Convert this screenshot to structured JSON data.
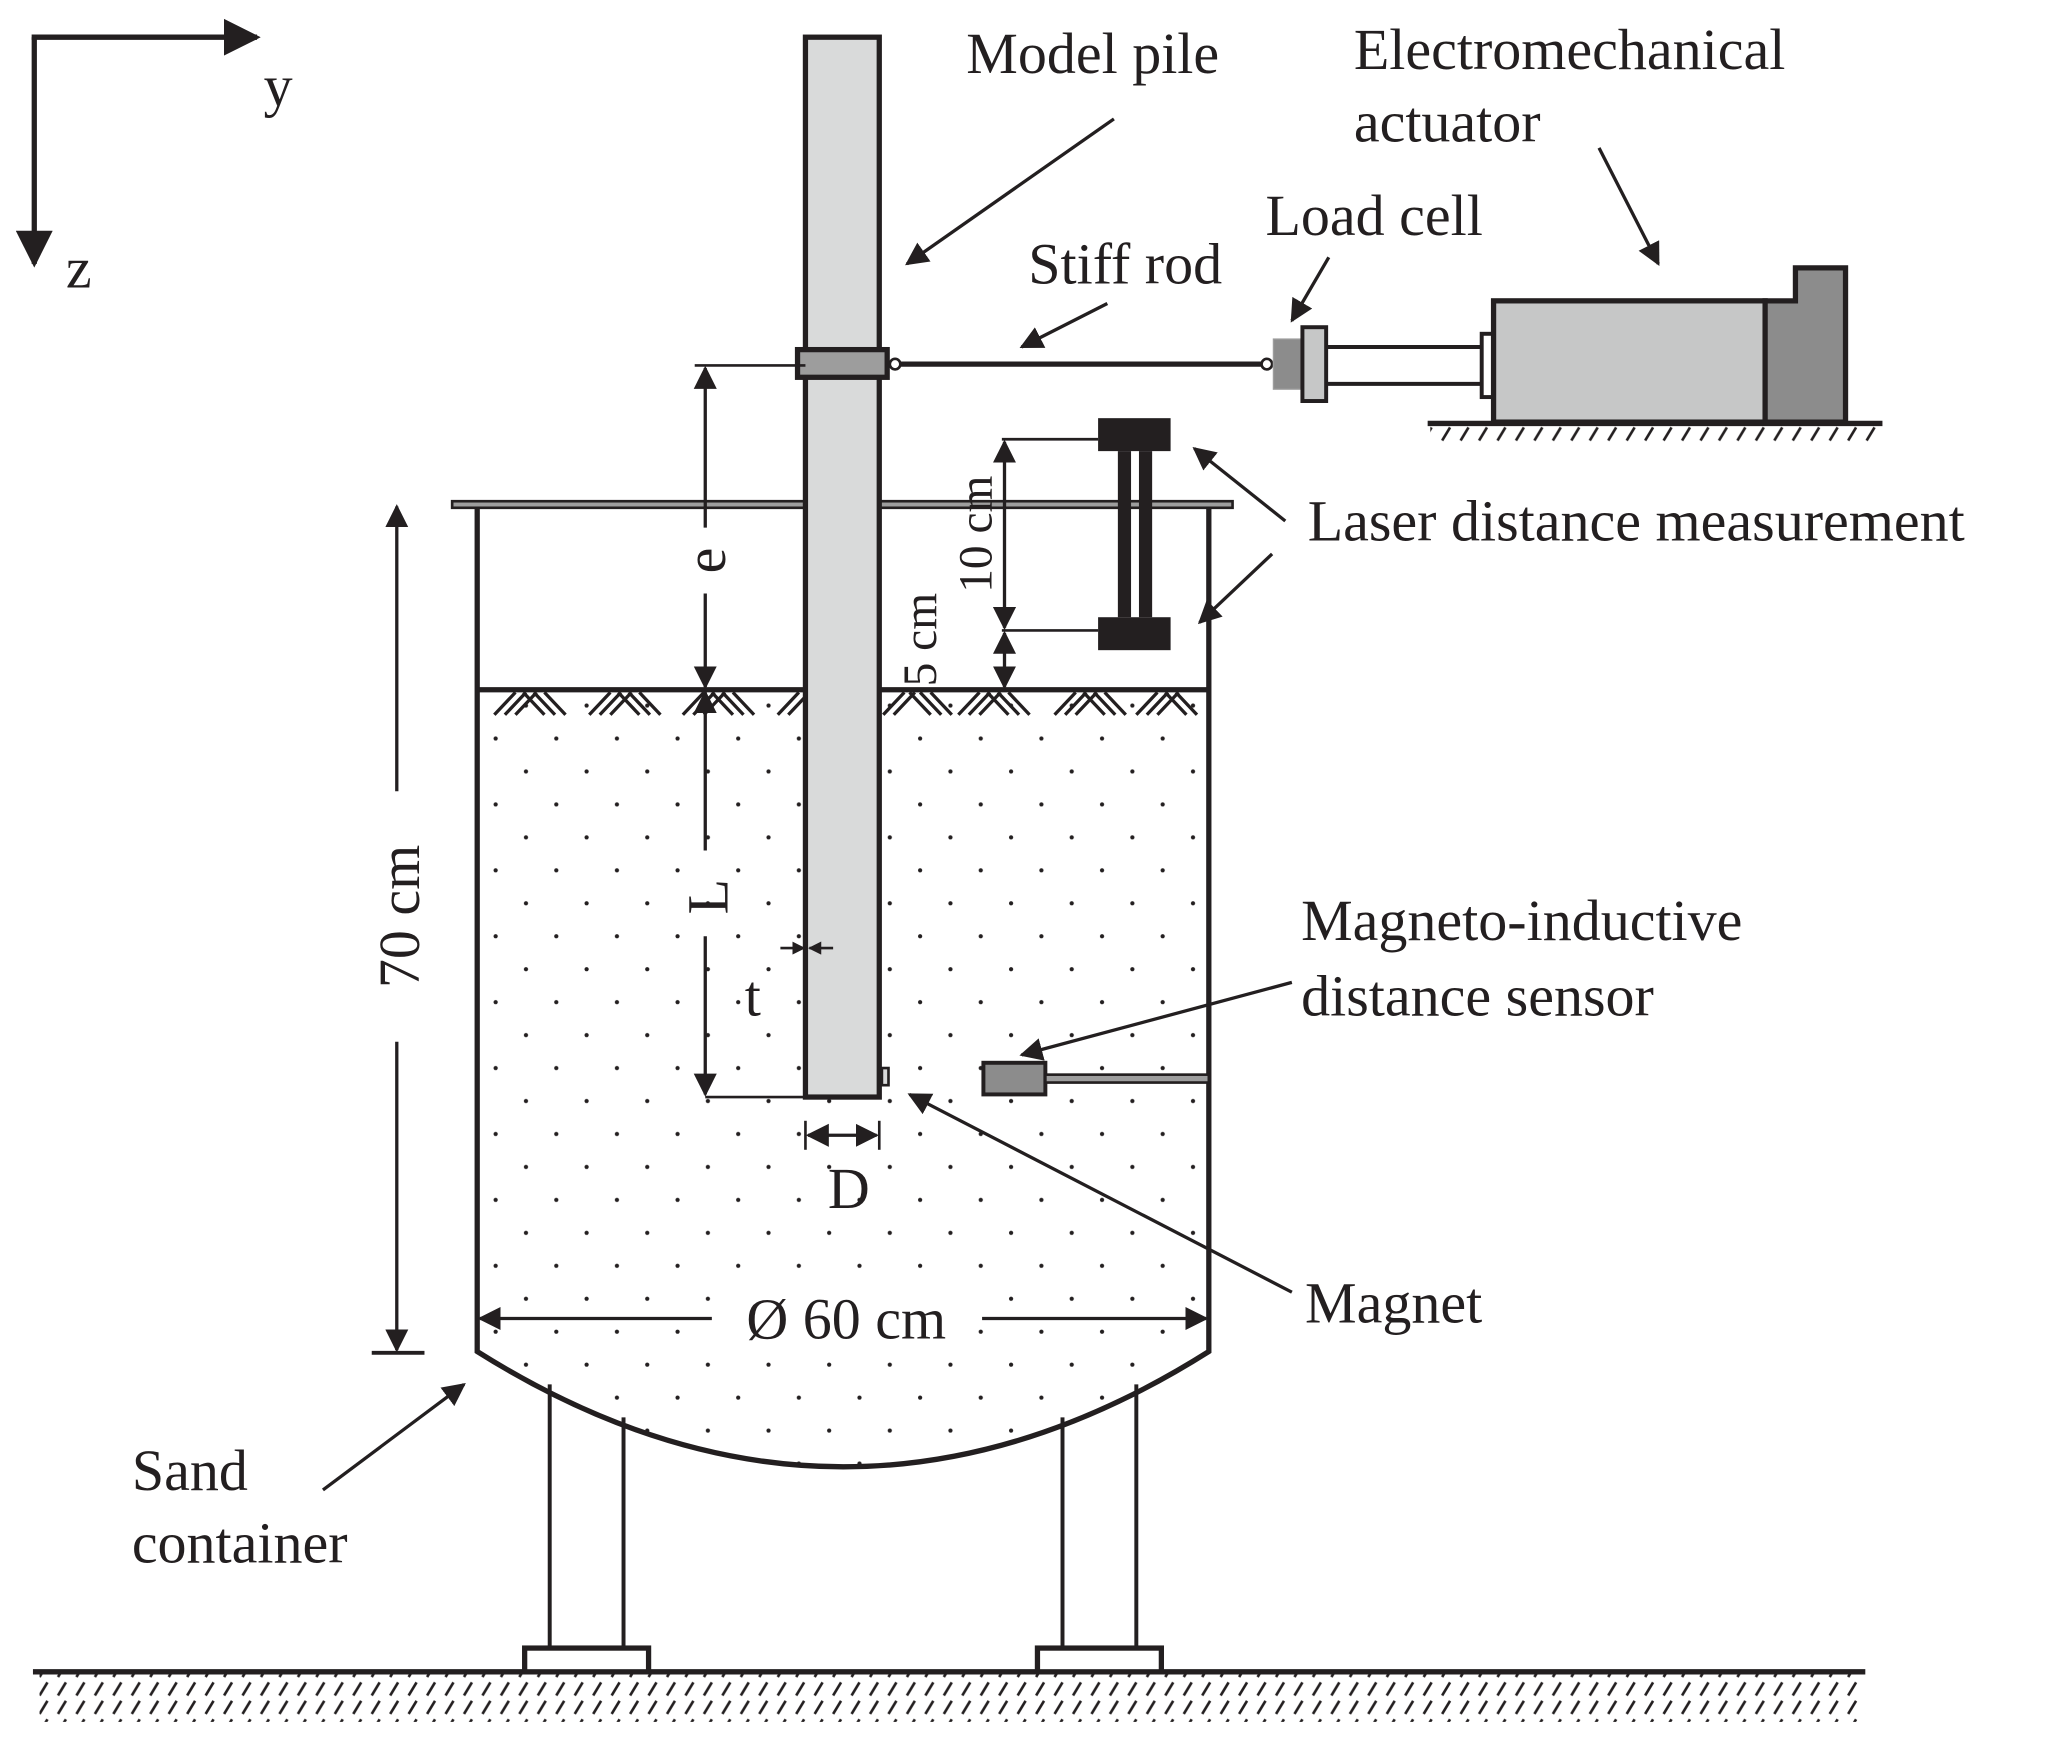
{
  "figure": {
    "axes": {
      "horizontal": "y",
      "vertical": "z"
    },
    "labels": {
      "model_pile": "Model pile",
      "electromechanical_actuator_line1": "Electromechanical",
      "electromechanical_actuator_line2": "actuator",
      "load_cell": "Load cell",
      "stiff_rod": "Stiff rod",
      "laser_distance_measurement": "Laser distance measurement",
      "magneto_inductive_line1": "Magneto-inductive",
      "magneto_inductive_line2": "distance sensor",
      "magnet": "Magnet",
      "sand_container_line1": "Sand",
      "sand_container_line2": "container"
    },
    "dimensions": {
      "eccentricity": "e",
      "embedded_length": "L",
      "wall_thickness": "t",
      "diameter": "D",
      "container_height": "70 cm",
      "container_diameter": "Ø 60 cm",
      "laser_spacing": "10 cm",
      "laser_offset": "5 cm"
    },
    "colors": {
      "line": "#231f20",
      "pile_fill": "#d9dada",
      "clamp_fill": "#9d9d9d",
      "actuator_body": "#c6c7c7",
      "actuator_motor": "#8c8c8c",
      "sensor_fill": "#8c8c8c"
    }
  }
}
